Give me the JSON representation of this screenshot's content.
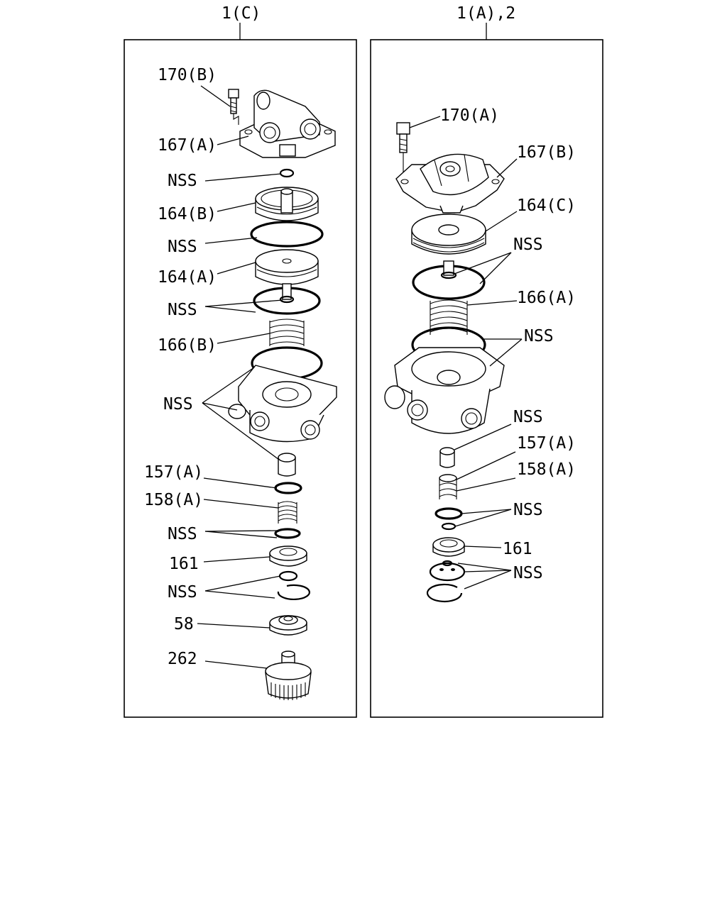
{
  "assemblies": {
    "left": {
      "title": "1(C)",
      "labels": {
        "bolt": "170(B)",
        "cover": "167(A)",
        "nss_1": "NSS",
        "piston_b": "164(B)",
        "nss_2": "NSS",
        "piston_a": "164(A)",
        "nss_3": "NSS",
        "spring": "166(B)",
        "nss_4": "NSS",
        "valve": "157(A)",
        "valve_spring": "158(A)",
        "nss_5": "NSS",
        "seat": "161",
        "nss_6": "NSS",
        "nut": "58",
        "cap": "262"
      }
    },
    "right": {
      "title": "1(A),2",
      "labels": {
        "bolt": "170(A)",
        "cover": "167(B)",
        "piston": "164(C)",
        "nss_1": "NSS",
        "spring": "166(A)",
        "nss_2": "NSS",
        "nss_3": "NSS",
        "valve": "157(A)",
        "valve_spring": "158(A)",
        "nss_4": "NSS",
        "seat": "161",
        "nss_5": "NSS"
      }
    }
  }
}
